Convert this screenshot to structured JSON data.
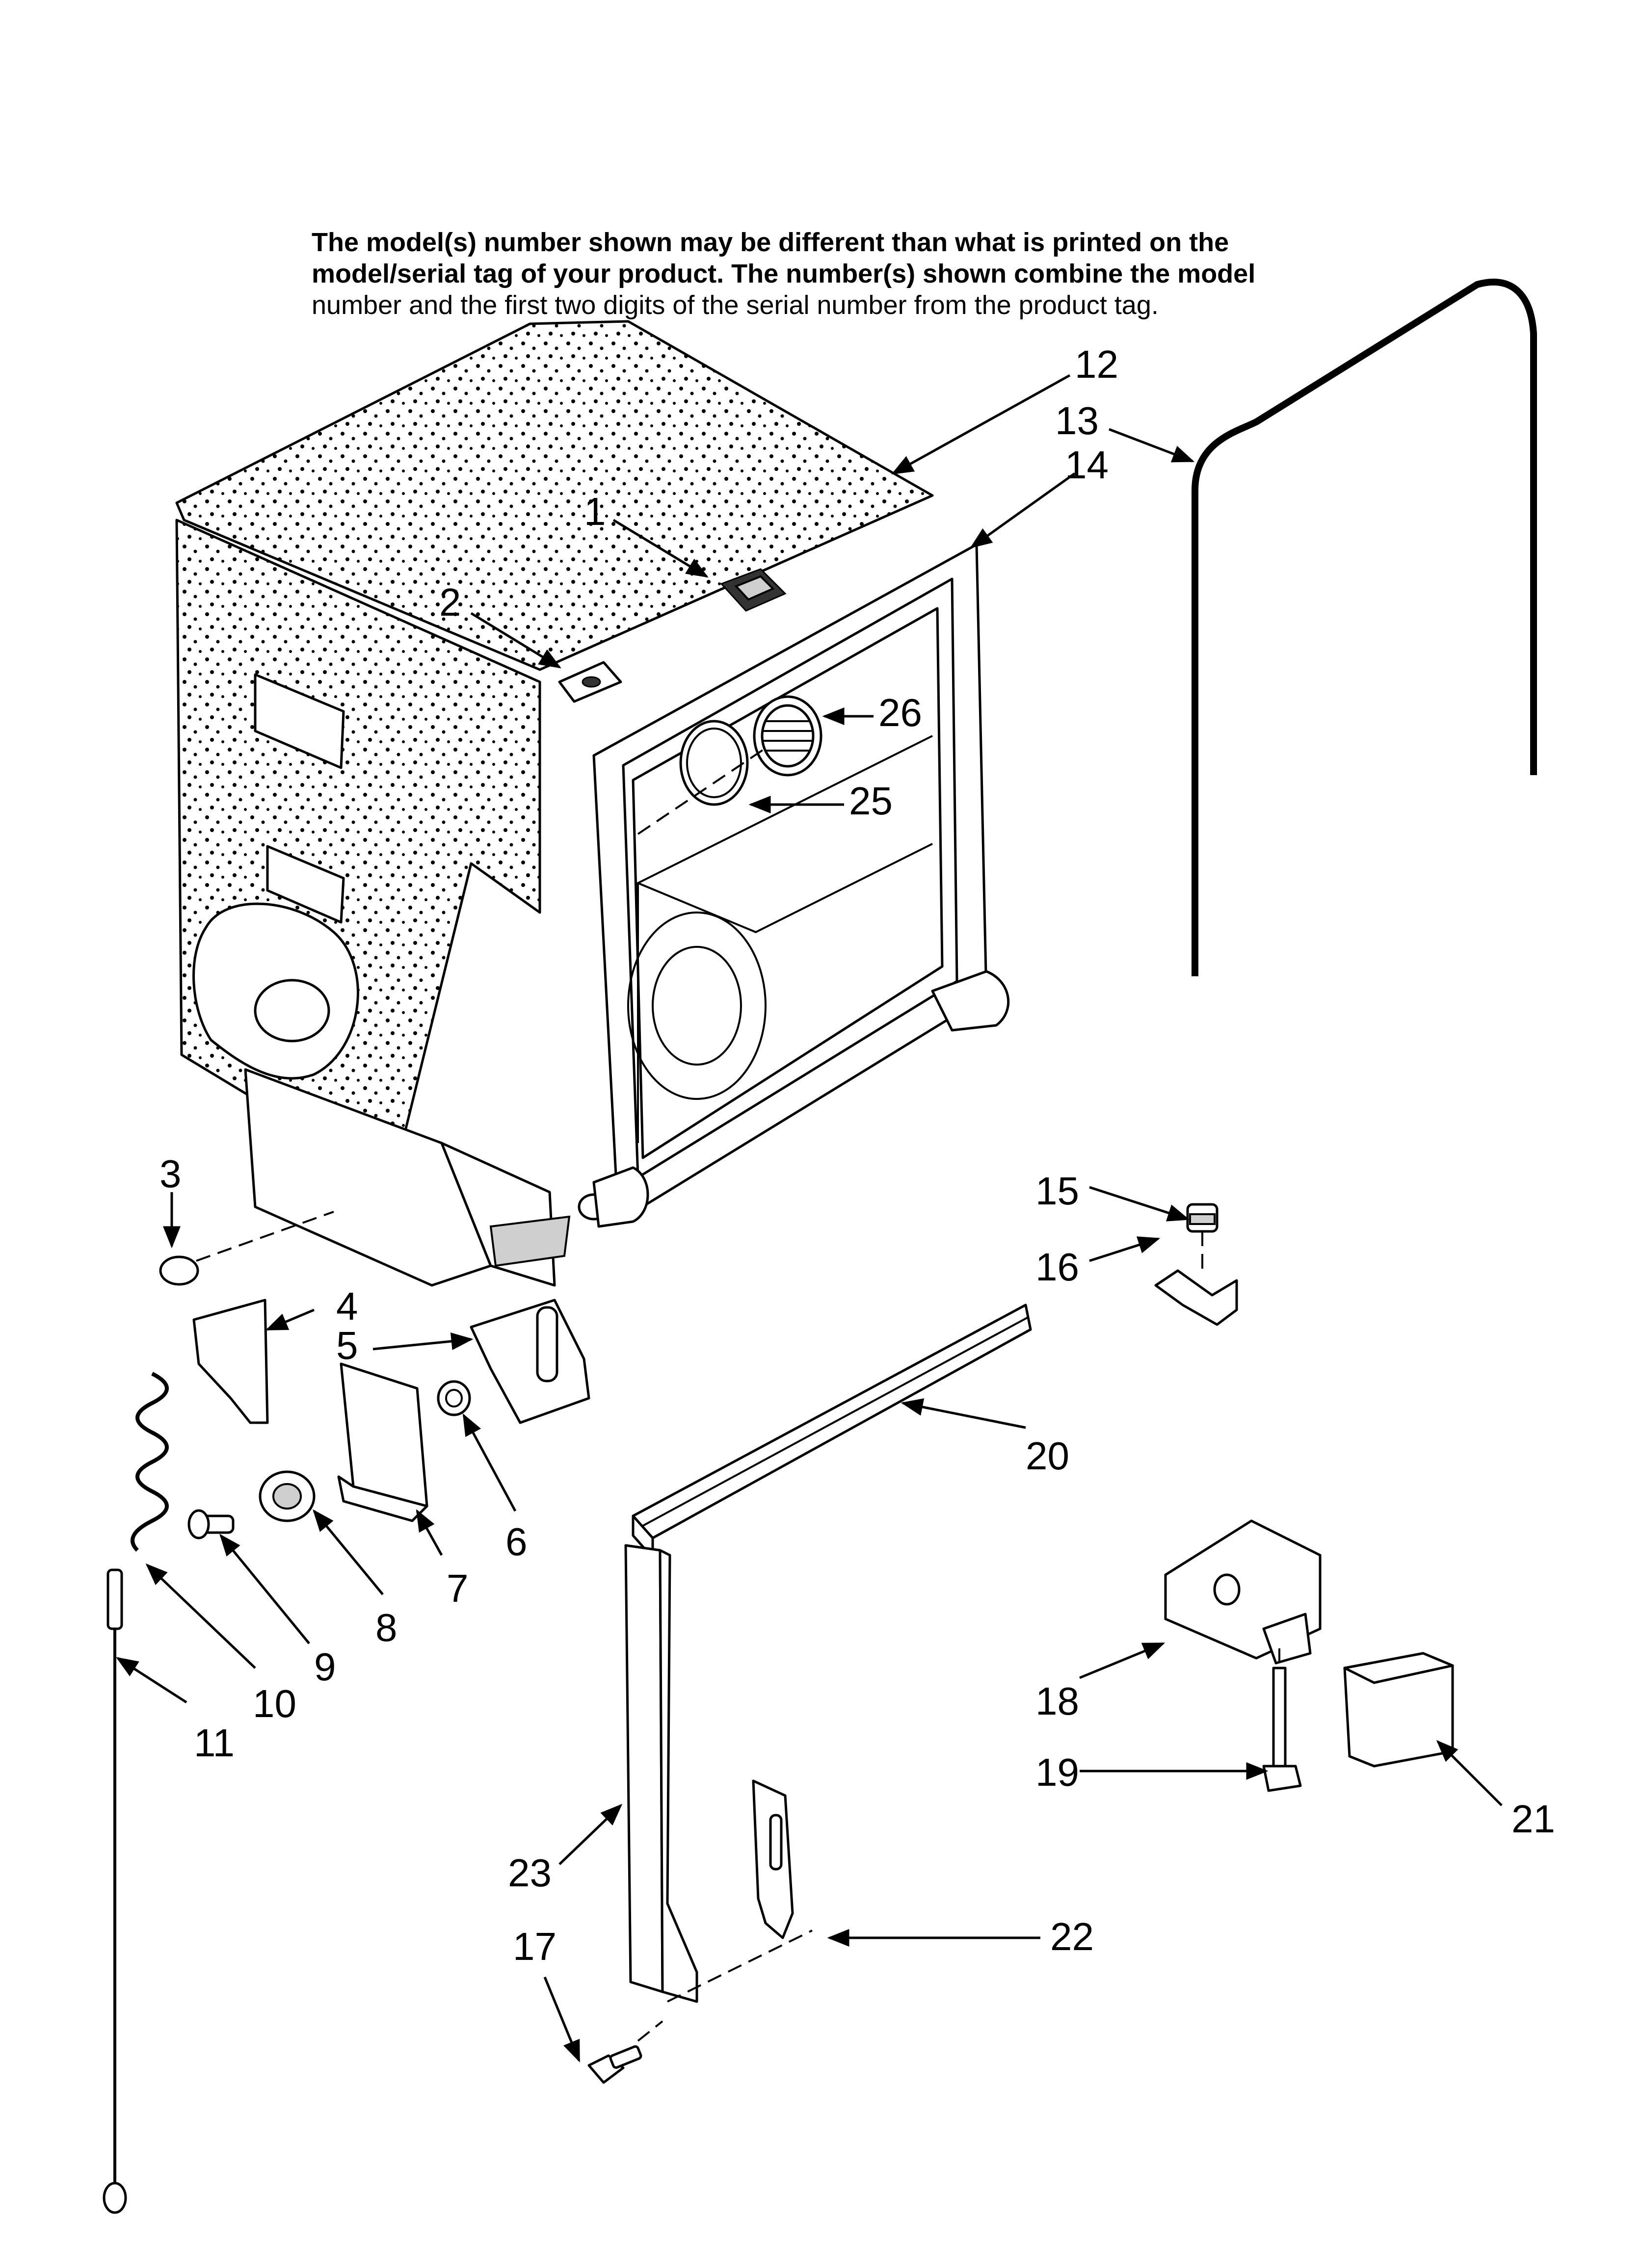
{
  "note": {
    "line1": "The model(s) number shown may be different than what is printed on the",
    "line2": "model/serial tag of your product. The number(s) shown combine the model",
    "line3": "number and the first two digits of the serial number from the product tag."
  },
  "callouts": [
    "1",
    "2",
    "3",
    "4",
    "5",
    "6",
    "7",
    "8",
    "9",
    "10",
    "11",
    "12",
    "13",
    "14",
    "15",
    "16",
    "17",
    "18",
    "19",
    "20",
    "21",
    "22",
    "23",
    "25",
    "26"
  ]
}
